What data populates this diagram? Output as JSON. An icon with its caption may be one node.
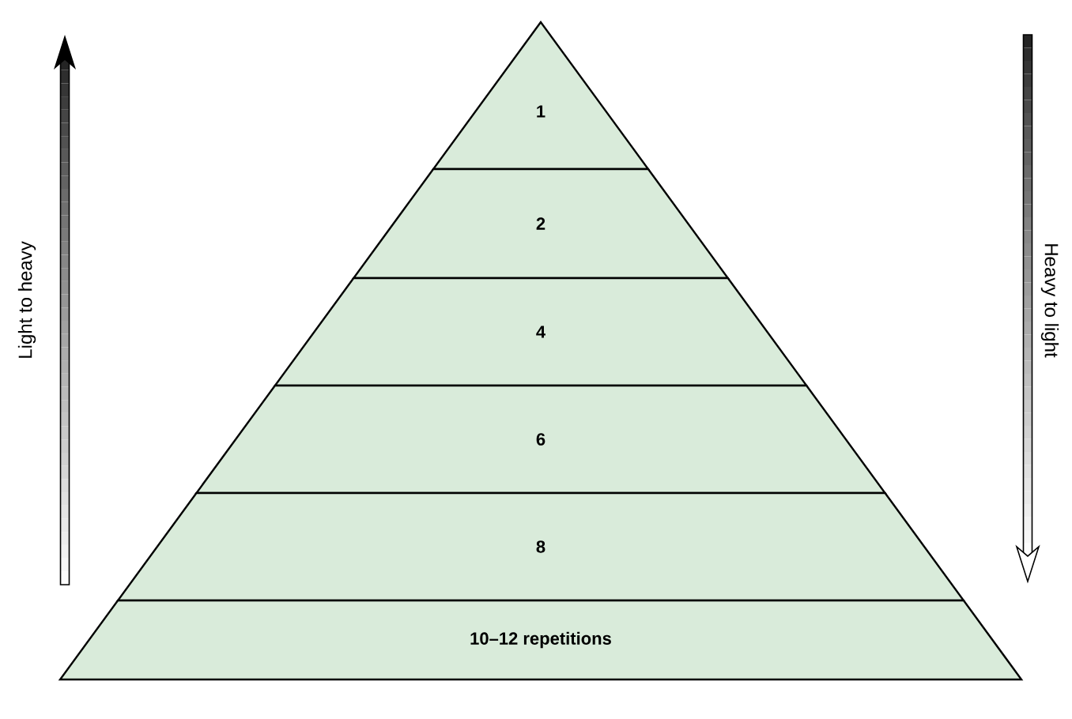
{
  "diagram": {
    "nodes": [
      {
        "text": [
          "1"
        ]
      },
      {
        "text": [
          "2"
        ]
      },
      {
        "text": [
          "4"
        ]
      },
      {
        "text": [
          "6"
        ]
      },
      {
        "text": [
          "8"
        ]
      },
      {
        "text": [
          "10–12 repetitions"
        ]
      }
    ],
    "labels": [
      "Light to heavy",
      "Heavy to light"
    ]
  }
}
